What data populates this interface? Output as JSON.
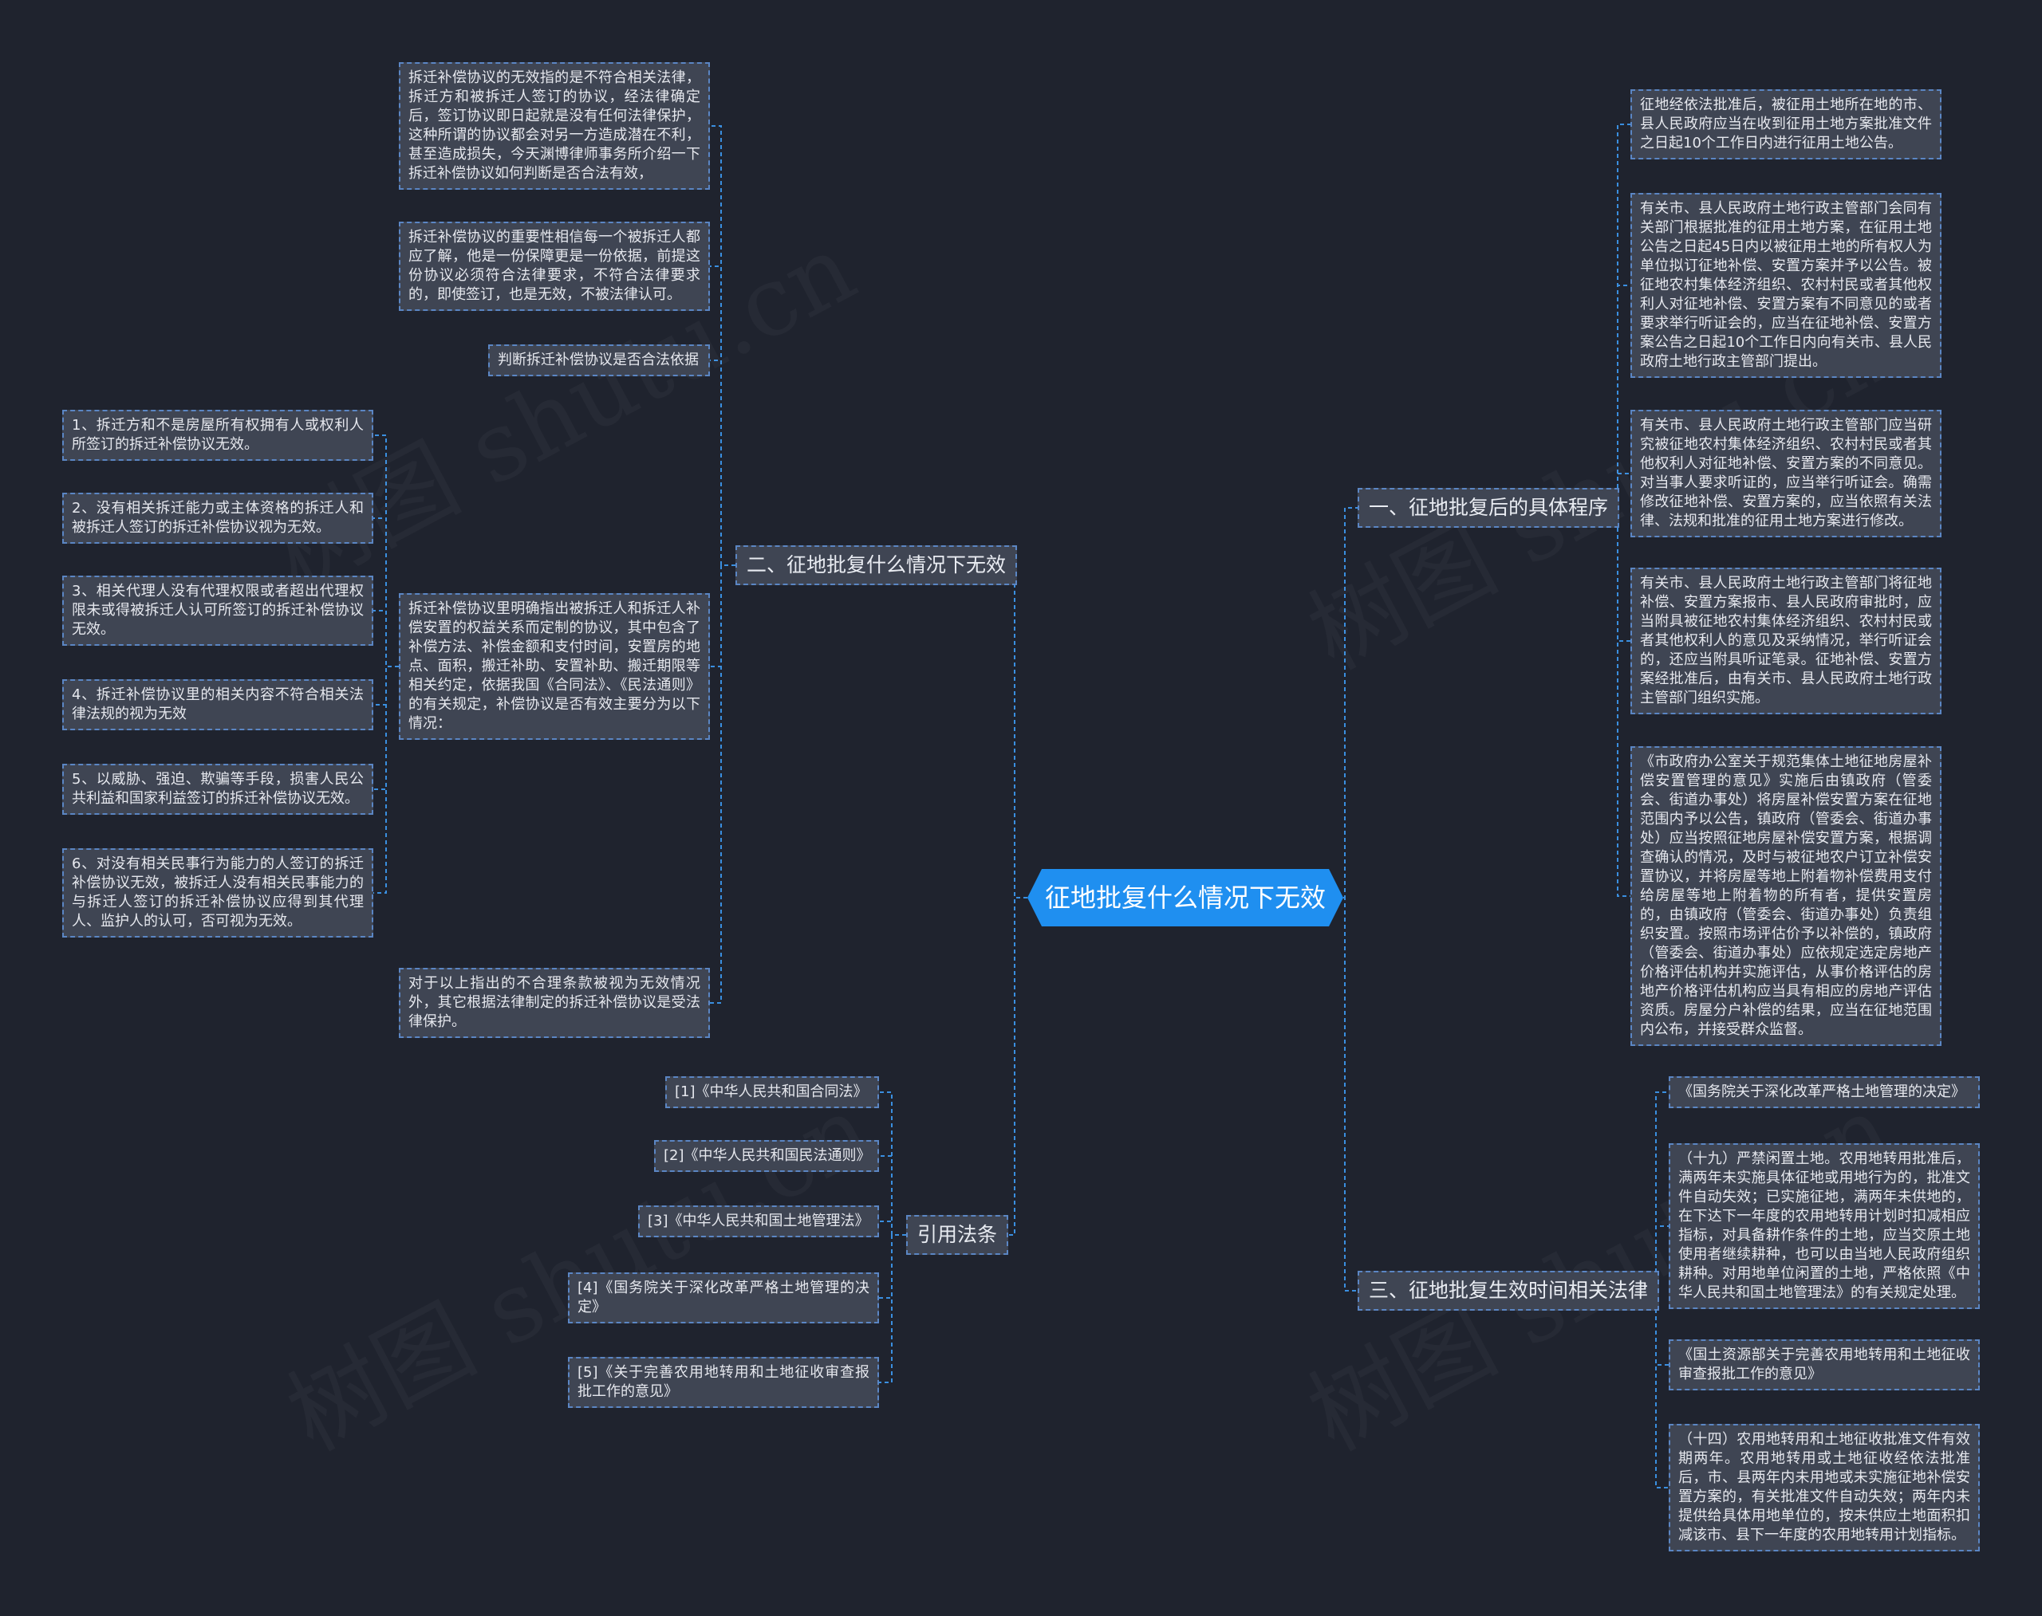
{
  "root": {
    "label": "征地批复什么情况下无效"
  },
  "branches": {
    "b1": {
      "label": "一、征地批复后的具体程序"
    },
    "b2": {
      "label": "二、征地批复什么情况下无效"
    },
    "b3": {
      "label": "三、征地批复生效时间相关法律"
    },
    "b4": {
      "label": "引用法条"
    }
  },
  "b1_items": [
    "征地经依法批准后，被征用土地所在地的市、县人民政府应当在收到征用土地方案批准文件之日起10个工作日内进行征用土地公告。",
    "有关市、县人民政府土地行政主管部门会同有关部门根据批准的征用土地方案，在征用土地公告之日起45日内以被征用土地的所有权人为单位拟订征地补偿、安置方案并予以公告。被征地农村集体经济组织、农村村民或者其他权利人对征地补偿、安置方案有不同意见的或者要求举行听证会的，应当在征地补偿、安置方案公告之日起10个工作日内向有关市、县人民政府土地行政主管部门提出。",
    "有关市、县人民政府土地行政主管部门应当研究被征地农村集体经济组织、农村村民或者其他权利人对征地补偿、安置方案的不同意见。对当事人要求听证的，应当举行听证会。确需修改征地补偿、安置方案的，应当依照有关法律、法规和批准的征用土地方案进行修改。",
    "有关市、县人民政府土地行政主管部门将征地补偿、安置方案报市、县人民政府审批时，应当附具被征地农村集体经济组织、农村村民或者其他权利人的意见及采纳情况，举行听证会的，还应当附具听证笔录。征地补偿、安置方案经批准后，由有关市、县人民政府土地行政主管部门组织实施。",
    "《市政府办公室关于规范集体土地征地房屋补偿安置管理的意见》实施后由镇政府（管委会、街道办事处）将房屋补偿安置方案在征地范围内予以公告，镇政府（管委会、街道办事处）应当按照征地房屋补偿安置方案，根据调查确认的情况，及时与被征地农户订立补偿安置协议，并将房屋等地上附着物补偿费用支付给房屋等地上附着物的所有者，提供安置房的，由镇政府（管委会、街道办事处）负责组织安置。按照市场评估价予以补偿的，镇政府（管委会、街道办事处）应依规定选定房地产价格评估机构并实施评估，从事价格评估的房地产价格评估机构应当具有相应的房地产评估资质。房屋分户补偿的结果，应当在征地范围内公布，并接受群众监督。"
  ],
  "b2_items": [
    "拆迁补偿协议的无效指的是不符合相关法律，拆迁方和被拆迁人签订的协议，经法律确定后，签订协议即日起就是没有任何法律保护，这种所谓的协议都会对另一方造成潜在不利，甚至造成损失，今天渊博律师事务所介绍一下拆迁补偿协议如何判断是否合法有效，",
    "拆迁补偿协议的重要性相信每一个被拆迁人都应了解，他是一份保障更是一份依据，前提这份协议必须符合法律要求，不符合法律要求的，即使签订，也是无效，不被法律认可。",
    "判断拆迁补偿协议是否合法依据",
    "拆迁补偿协议里明确指出被拆迁人和拆迁人补偿安置的权益关系而定制的协议，其中包含了补偿方法、补偿金额和支付时间，安置房的地点、面积，搬迁补助、安置补助、搬迁期限等相关约定，依据我国《合同法》、《民法通则》的有关规定，补偿协议是否有效主要分为以下情况：",
    "对于以上指出的不合理条款被视为无效情况外，其它根据法律制定的拆迁补偿协议是受法律保护。"
  ],
  "b2_sub_items": [
    "1、拆迁方和不是房屋所有权拥有人或权利人所签订的拆迁补偿协议无效。",
    "2、没有相关拆迁能力或主体资格的拆迁人和被拆迁人签订的拆迁补偿协议视为无效。",
    "3、相关代理人没有代理权限或者超出代理权限未或得被拆迁人认可所签订的拆迁补偿协议无效。",
    "4、拆迁补偿协议里的相关内容不符合相关法律法规的视为无效",
    "5、以威胁、强迫、欺骗等手段，损害人民公共利益和国家利益签订的拆迁补偿协议无效。",
    "6、对没有相关民事行为能力的人签订的拆迁补偿协议无效，被拆迁人没有相关民事能力的与拆迁人签订的拆迁补偿协议应得到其代理人、监护人的认可，否可视为无效。"
  ],
  "b3_items": [
    "《国务院关于深化改革严格土地管理的决定》",
    "（十九）严禁闲置土地。农用地转用批准后，满两年未实施具体征地或用地行为的，批准文件自动失效；已实施征地，满两年未供地的，在下达下一年度的农用地转用计划时扣减相应指标，对具备耕作条件的土地，应当交原土地使用者继续耕种，也可以由当地人民政府组织耕种。对用地单位闲置的土地，严格依照《中华人民共和国土地管理法》的有关规定处理。",
    "《国土资源部关于完善农用地转用和土地征收审查报批工作的意见》",
    "（十四）农用地转用和土地征收批准文件有效期两年。农用地转用或土地征收经依法批准后，市、县两年内未用地或未实施征地补偿安置方案的，有关批准文件自动失效；两年内未提供给具体用地单位的，按未供应土地面积扣减该市、县下一年度的农用地转用计划指标。"
  ],
  "b4_items": [
    "[1]《中华人民共和国合同法》",
    "[2]《中华人民共和国民法通则》",
    "[3]《中华人民共和国土地管理法》",
    "[4]《国务院关于深化改革严格土地管理的决定》",
    "[5]《关于完善农用地转用和土地征收审查报批工作的意见》"
  ],
  "watermark": "树图 shutu.cn",
  "colors": {
    "background": "#1f232e",
    "root": "#1f8ff0",
    "node": "#3f4553",
    "line": "#3a8fe0"
  }
}
